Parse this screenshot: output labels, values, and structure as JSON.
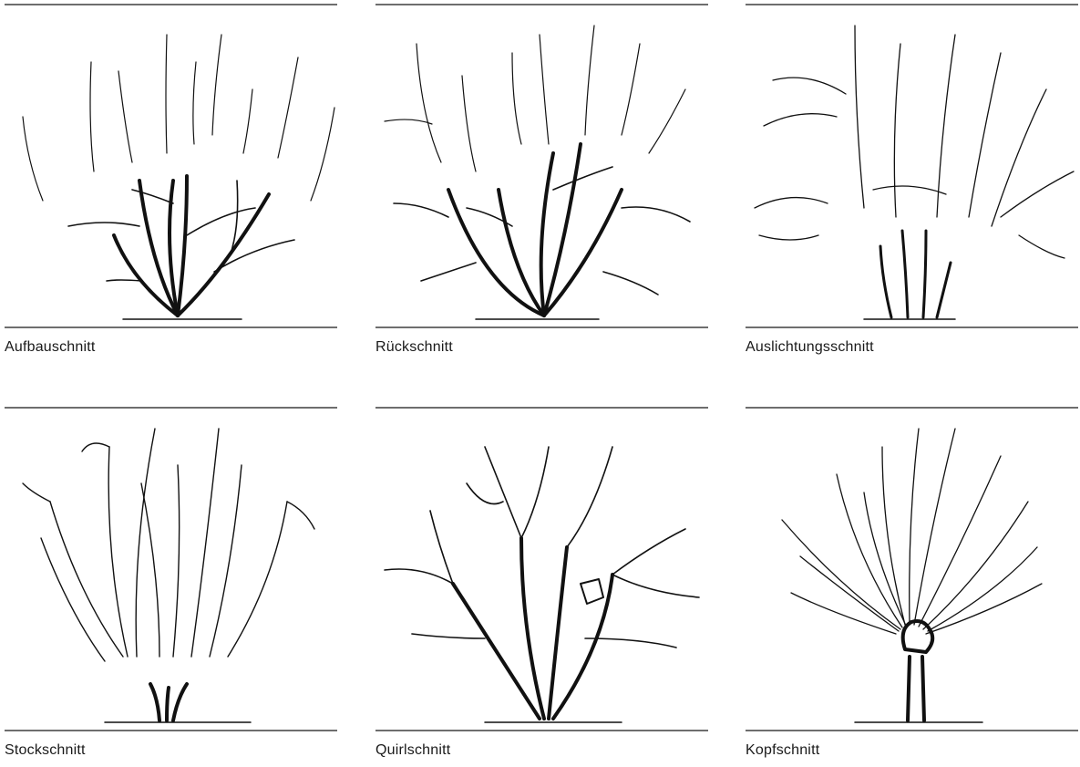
{
  "panels": [
    {
      "id": "aufbauschnitt",
      "caption": "Aufbauschnitt"
    },
    {
      "id": "rueckschnitt",
      "caption": "Rückschnitt"
    },
    {
      "id": "auslichtungsschnitt",
      "caption": "Auslichtungsschnitt"
    },
    {
      "id": "stockschnitt",
      "caption": "Stockschnitt"
    },
    {
      "id": "quirlschnitt",
      "caption": "Quirlschnitt"
    },
    {
      "id": "kopfschnitt",
      "caption": "Kopfschnitt"
    }
  ],
  "colors": {
    "line": "#111111",
    "rule": "#6e6e6e",
    "background": "#ffffff"
  }
}
